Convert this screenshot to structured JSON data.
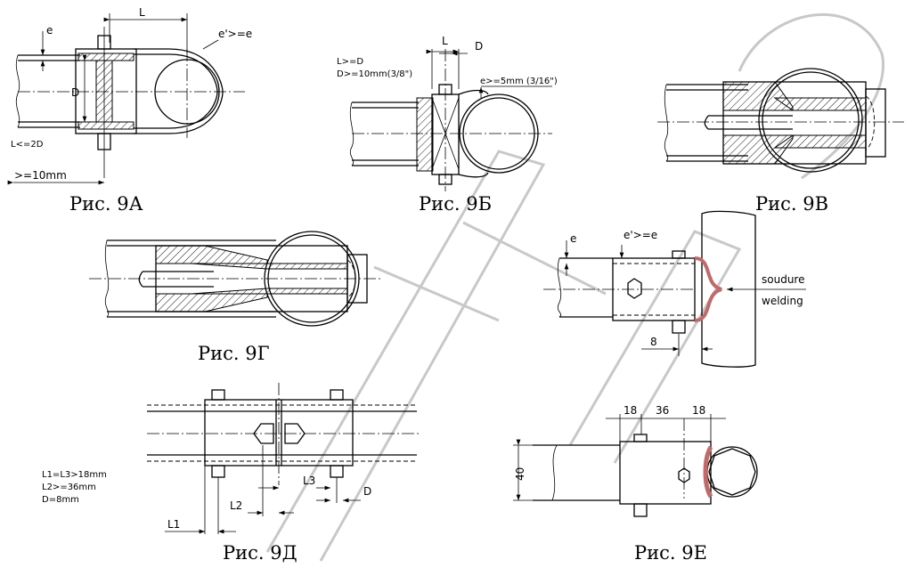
{
  "figures": [
    {
      "caption": "Рис. 9А",
      "labels": [
        "L",
        "e",
        "e'>=e",
        "D",
        "L<=2D",
        ">=10mm"
      ]
    },
    {
      "caption": "Рис. 9Б",
      "labels": [
        "L",
        "D",
        "L>=D",
        "D>=10mm(3/8\")",
        "e>=5mm (3/16\")"
      ]
    },
    {
      "caption": "Рис. 9В",
      "labels": []
    },
    {
      "caption": "Рис. 9Г",
      "labels": []
    },
    {
      "caption": "Рис. 9Д",
      "labels": [
        "L1=L3>18mm",
        "L2>=36mm",
        "D=8mm",
        "L1",
        "L2",
        "L3",
        "D"
      ]
    },
    {
      "caption": "Рис. 9Е",
      "labels": [
        "18",
        "36",
        "18",
        "40"
      ]
    }
  ],
  "weld_fig": {
    "labels": [
      "e",
      "e'>=e",
      "soudure",
      "welding",
      "8"
    ]
  }
}
